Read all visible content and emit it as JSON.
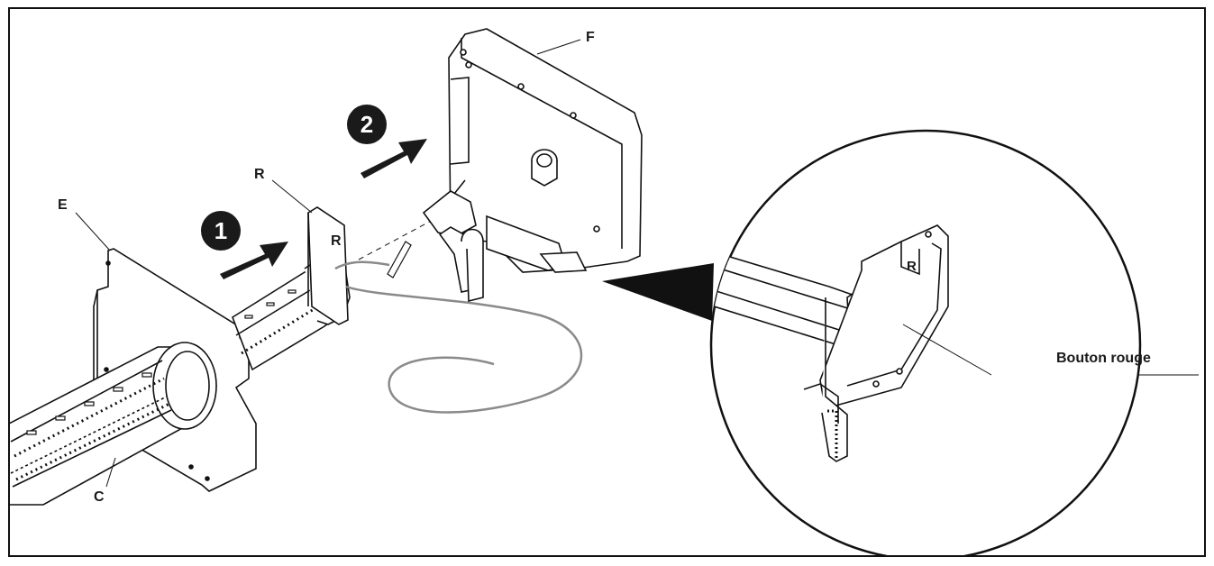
{
  "diagram": {
    "labels": {
      "E": "E",
      "R": "R",
      "F": "F",
      "C": "C",
      "R_plate": "R",
      "R_zoom": "R",
      "bouton": "Bouton rouge"
    },
    "steps": [
      "1",
      "2"
    ],
    "colors": {
      "line": "#111111",
      "cable": "#8a8a8a",
      "step_fill": "#1a1a1a"
    }
  }
}
